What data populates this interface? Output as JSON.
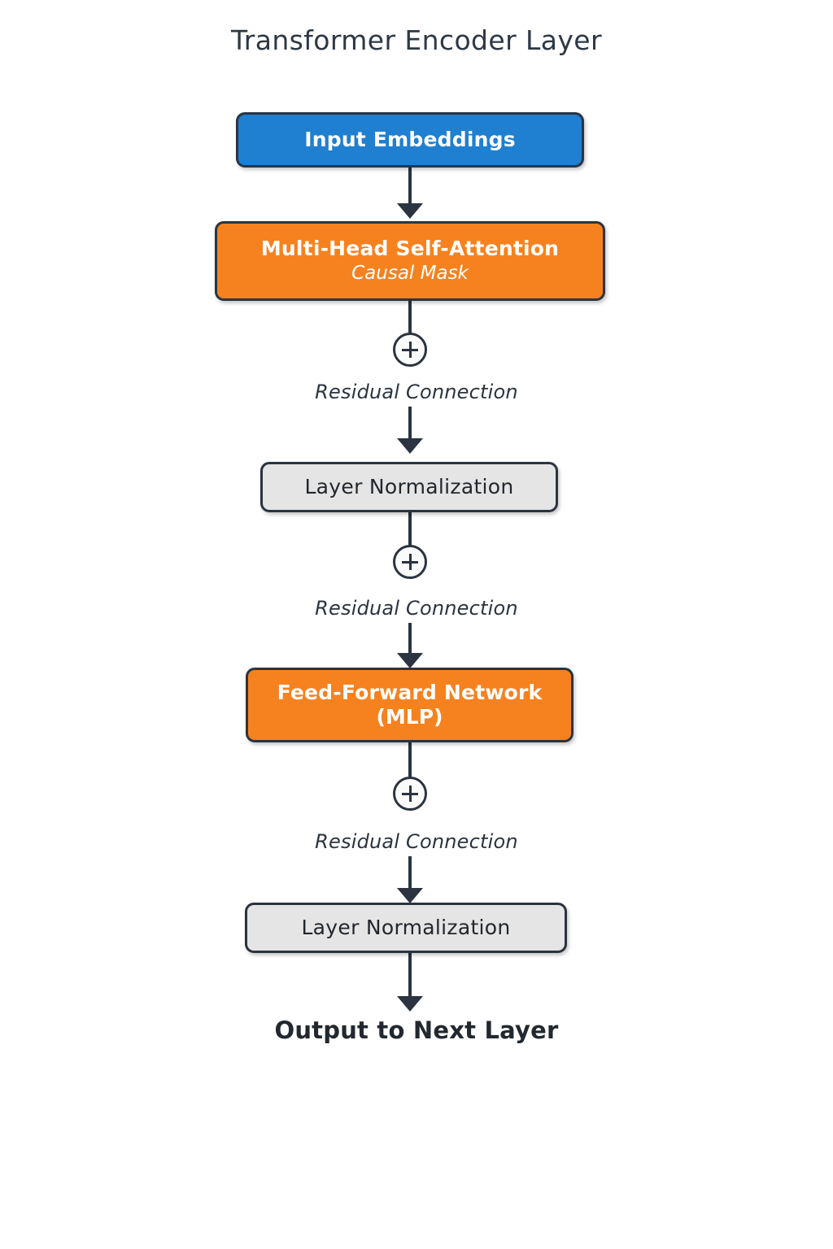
{
  "title": "Transformer Encoder Layer",
  "colors": {
    "blue": "#1f7fd0",
    "orange": "#f6821f",
    "gray": "#e5e5e5",
    "stroke": "#2b3440",
    "text_dark": "#22282f",
    "background": "#ffffff"
  },
  "nodes": [
    {
      "id": "input-embeddings",
      "label": "Input Embeddings",
      "sublabel": "",
      "style": "blue"
    },
    {
      "id": "multi-head-self-attention",
      "label": "Multi-Head Self-Attention",
      "sublabel": "Causal Mask",
      "style": "orange"
    },
    {
      "id": "layer-normalization-1",
      "label": "Layer Normalization",
      "sublabel": "",
      "style": "gray"
    },
    {
      "id": "feed-forward-network",
      "label": "Feed-Forward Network",
      "sublabel": "(MLP)",
      "style": "orange"
    },
    {
      "id": "layer-normalization-2",
      "label": "Layer Normalization",
      "sublabel": "",
      "style": "gray"
    }
  ],
  "residuals": [
    {
      "symbol": "+",
      "label": "Residual Connection"
    },
    {
      "symbol": "+",
      "label": "Residual Connection"
    },
    {
      "symbol": "+",
      "label": "Residual Connection"
    }
  ],
  "output": {
    "label": "Output to Next Layer"
  }
}
